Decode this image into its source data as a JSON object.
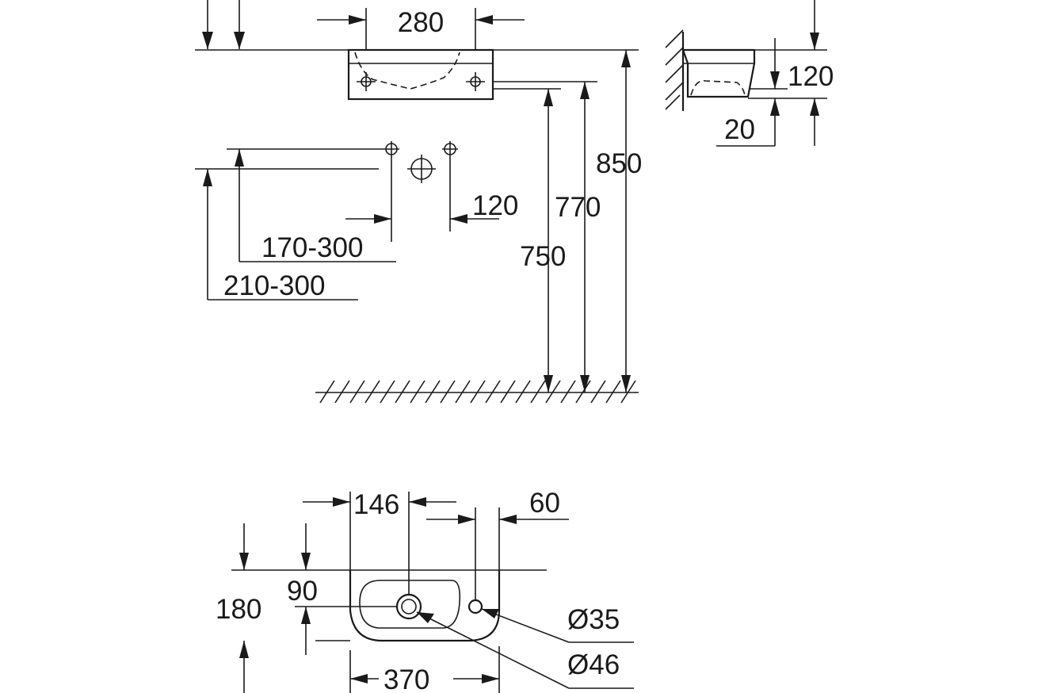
{
  "colors": {
    "ink": "#1a1a1a",
    "background": "#ffffff"
  },
  "front_view": {
    "tap_hole_spacing": "280",
    "height_850": "850",
    "height_770": "770",
    "height_750": "750",
    "side_120": "120",
    "range_170_300": "170-300",
    "range_210_300": "210-300"
  },
  "side_view": {
    "height_120": "120",
    "thickness_20": "20"
  },
  "top_view": {
    "offset_146": "146",
    "offset_60": "60",
    "depth_180": "180",
    "depth_90": "90",
    "width_370": "370",
    "tap_hole_diameter": "Ø35",
    "waste_diameter": "Ø46"
  }
}
